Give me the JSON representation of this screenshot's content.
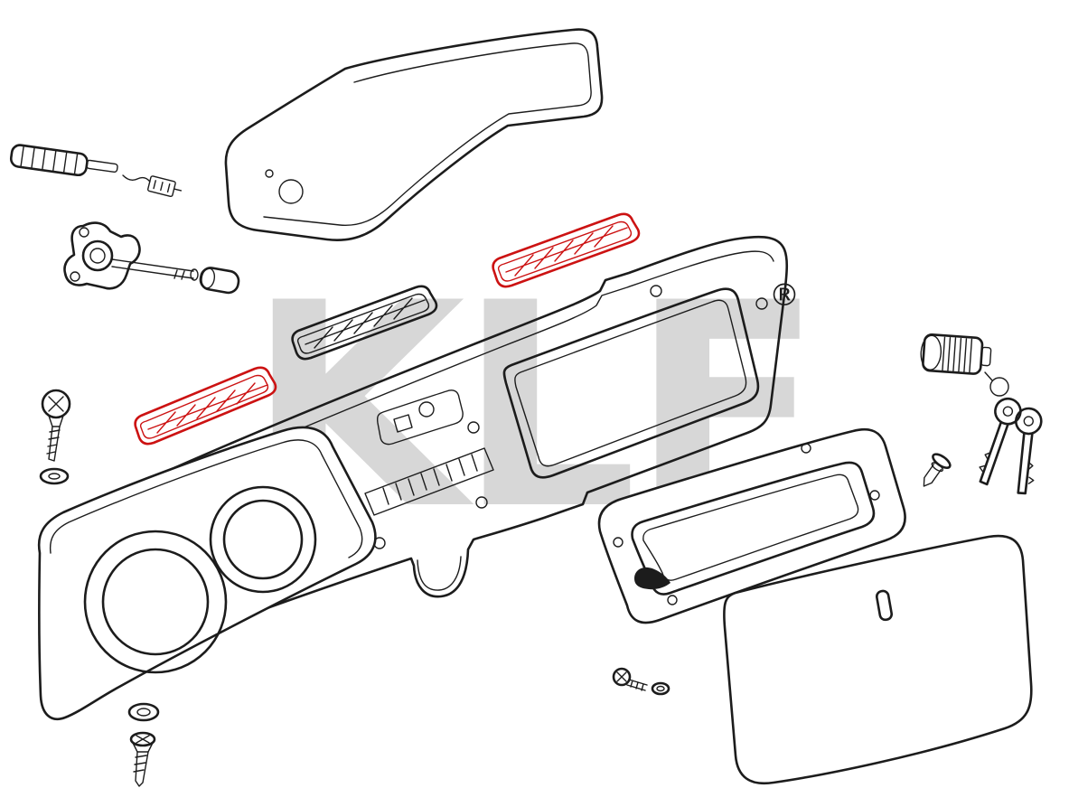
{
  "diagram": {
    "title": "dashboard-exploded-parts-diagram",
    "watermark": "KLF",
    "registered_mark": "®",
    "colors": {
      "line": "#1c1c1c",
      "highlight": "#cc1212",
      "watermark": "#d7d7d7",
      "background": "#ffffff"
    },
    "parts": [
      "dash-top-pad",
      "wiring-tool-with-cable",
      "headlight-switch",
      "switch-knob",
      "defroster-vent-grille-red-upper",
      "defroster-vent-grille-black",
      "defroster-vent-grille-red-lower",
      "dashboard-panel",
      "instrument-cluster-bezel",
      "phillips-screw",
      "washer",
      "flat-screw",
      "bolt-with-washer",
      "glovebox-frame",
      "glovebox-knob",
      "glovebox-lid",
      "lock-cylinder",
      "keys-on-ring",
      "push-rivet"
    ]
  }
}
